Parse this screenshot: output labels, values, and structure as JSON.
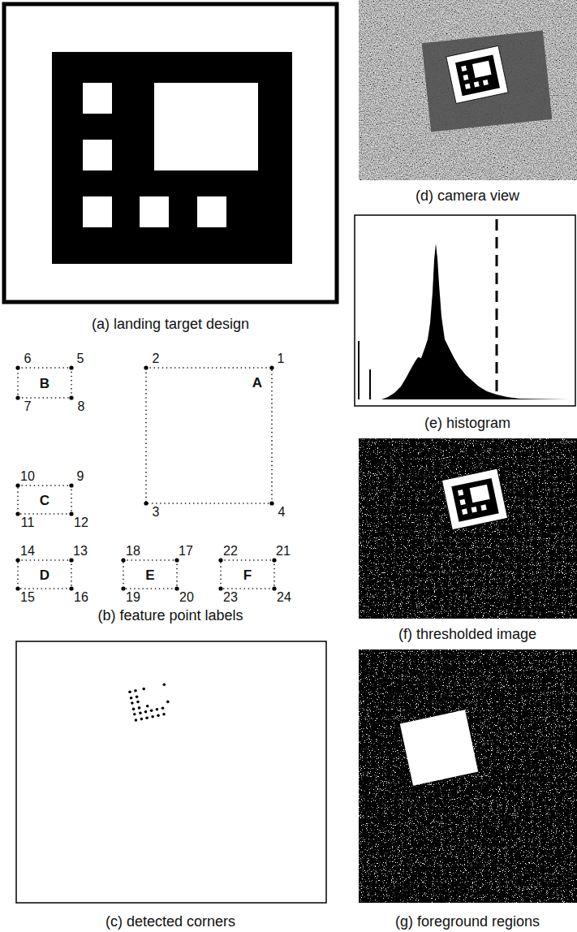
{
  "diagram": {
    "labels": [
      "(a) landing target design",
      "6",
      "5",
      "B",
      "7",
      "8",
      "2",
      "1",
      "A",
      "3",
      "4",
      "10",
      "9",
      "C",
      "11",
      "12",
      "14",
      "13",
      "D",
      "15",
      "16",
      "18",
      "17",
      "E",
      "19",
      "20",
      "22",
      "21",
      "F",
      "23",
      "24",
      "(b) feature point labels",
      "(c) detected corners",
      "(d) camera view",
      "(e) histogram",
      "(f) thresholded image",
      "(g) foreground regions"
    ]
  }
}
